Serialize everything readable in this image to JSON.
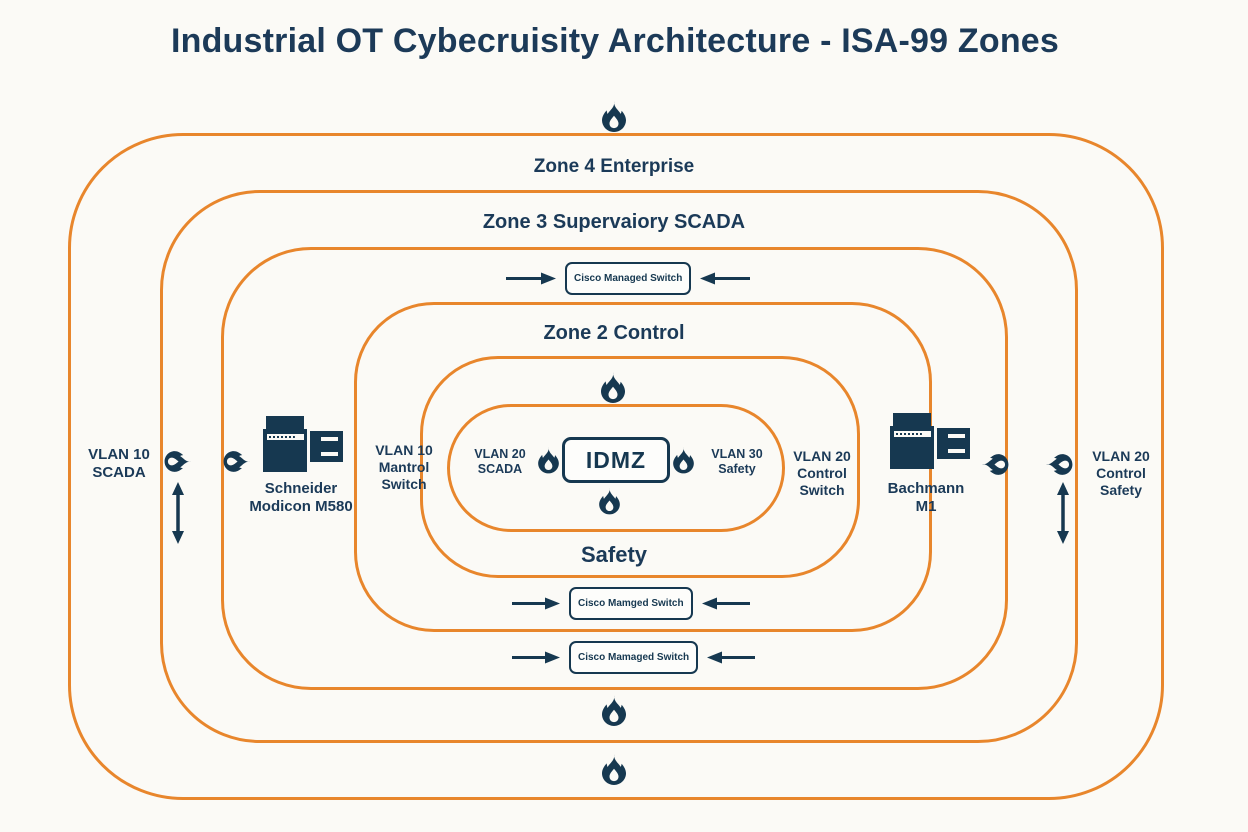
{
  "title": "Industrial OT Cybecruisity Architecture - ISA-99 Zones",
  "colors": {
    "zone_border": "#E8862C",
    "navy": "#163850",
    "background": "#FBFAF6"
  },
  "zones": {
    "zone4_label": "Zone 4 Enterprise",
    "zone3_label": "Zone 3 Supervaiory SCADA",
    "zone2_label": "Zone 2 Control",
    "safety_label": "Safety",
    "idmz_label": "IDMZ"
  },
  "switches": {
    "top_label": "Cisco Managed Switch",
    "middle_label": "Cisco Mamged Switch",
    "bottom_label": "Cisco Mamaged Switch"
  },
  "vlan_labels": {
    "left_outer": "VLAN 10\nSCADA",
    "left_inner": "VLAN 10\nMantrol\nSwitch",
    "idmz_left": "VLAN 20\nSCADA",
    "idmz_right": "VLAN 30\nSafety",
    "right_inner": "VLAN 20\nControl\nSwitch",
    "right_outer": "VLAN 20\nControl\nSafety"
  },
  "devices": {
    "left_name": "Schneider\nModicon M580",
    "right_name": "Bachmann\nM1"
  },
  "icons": {
    "firewall": "flame-icon",
    "flow_in": "arrow-icon",
    "bidirectional": "vertical-double-arrow-icon"
  }
}
